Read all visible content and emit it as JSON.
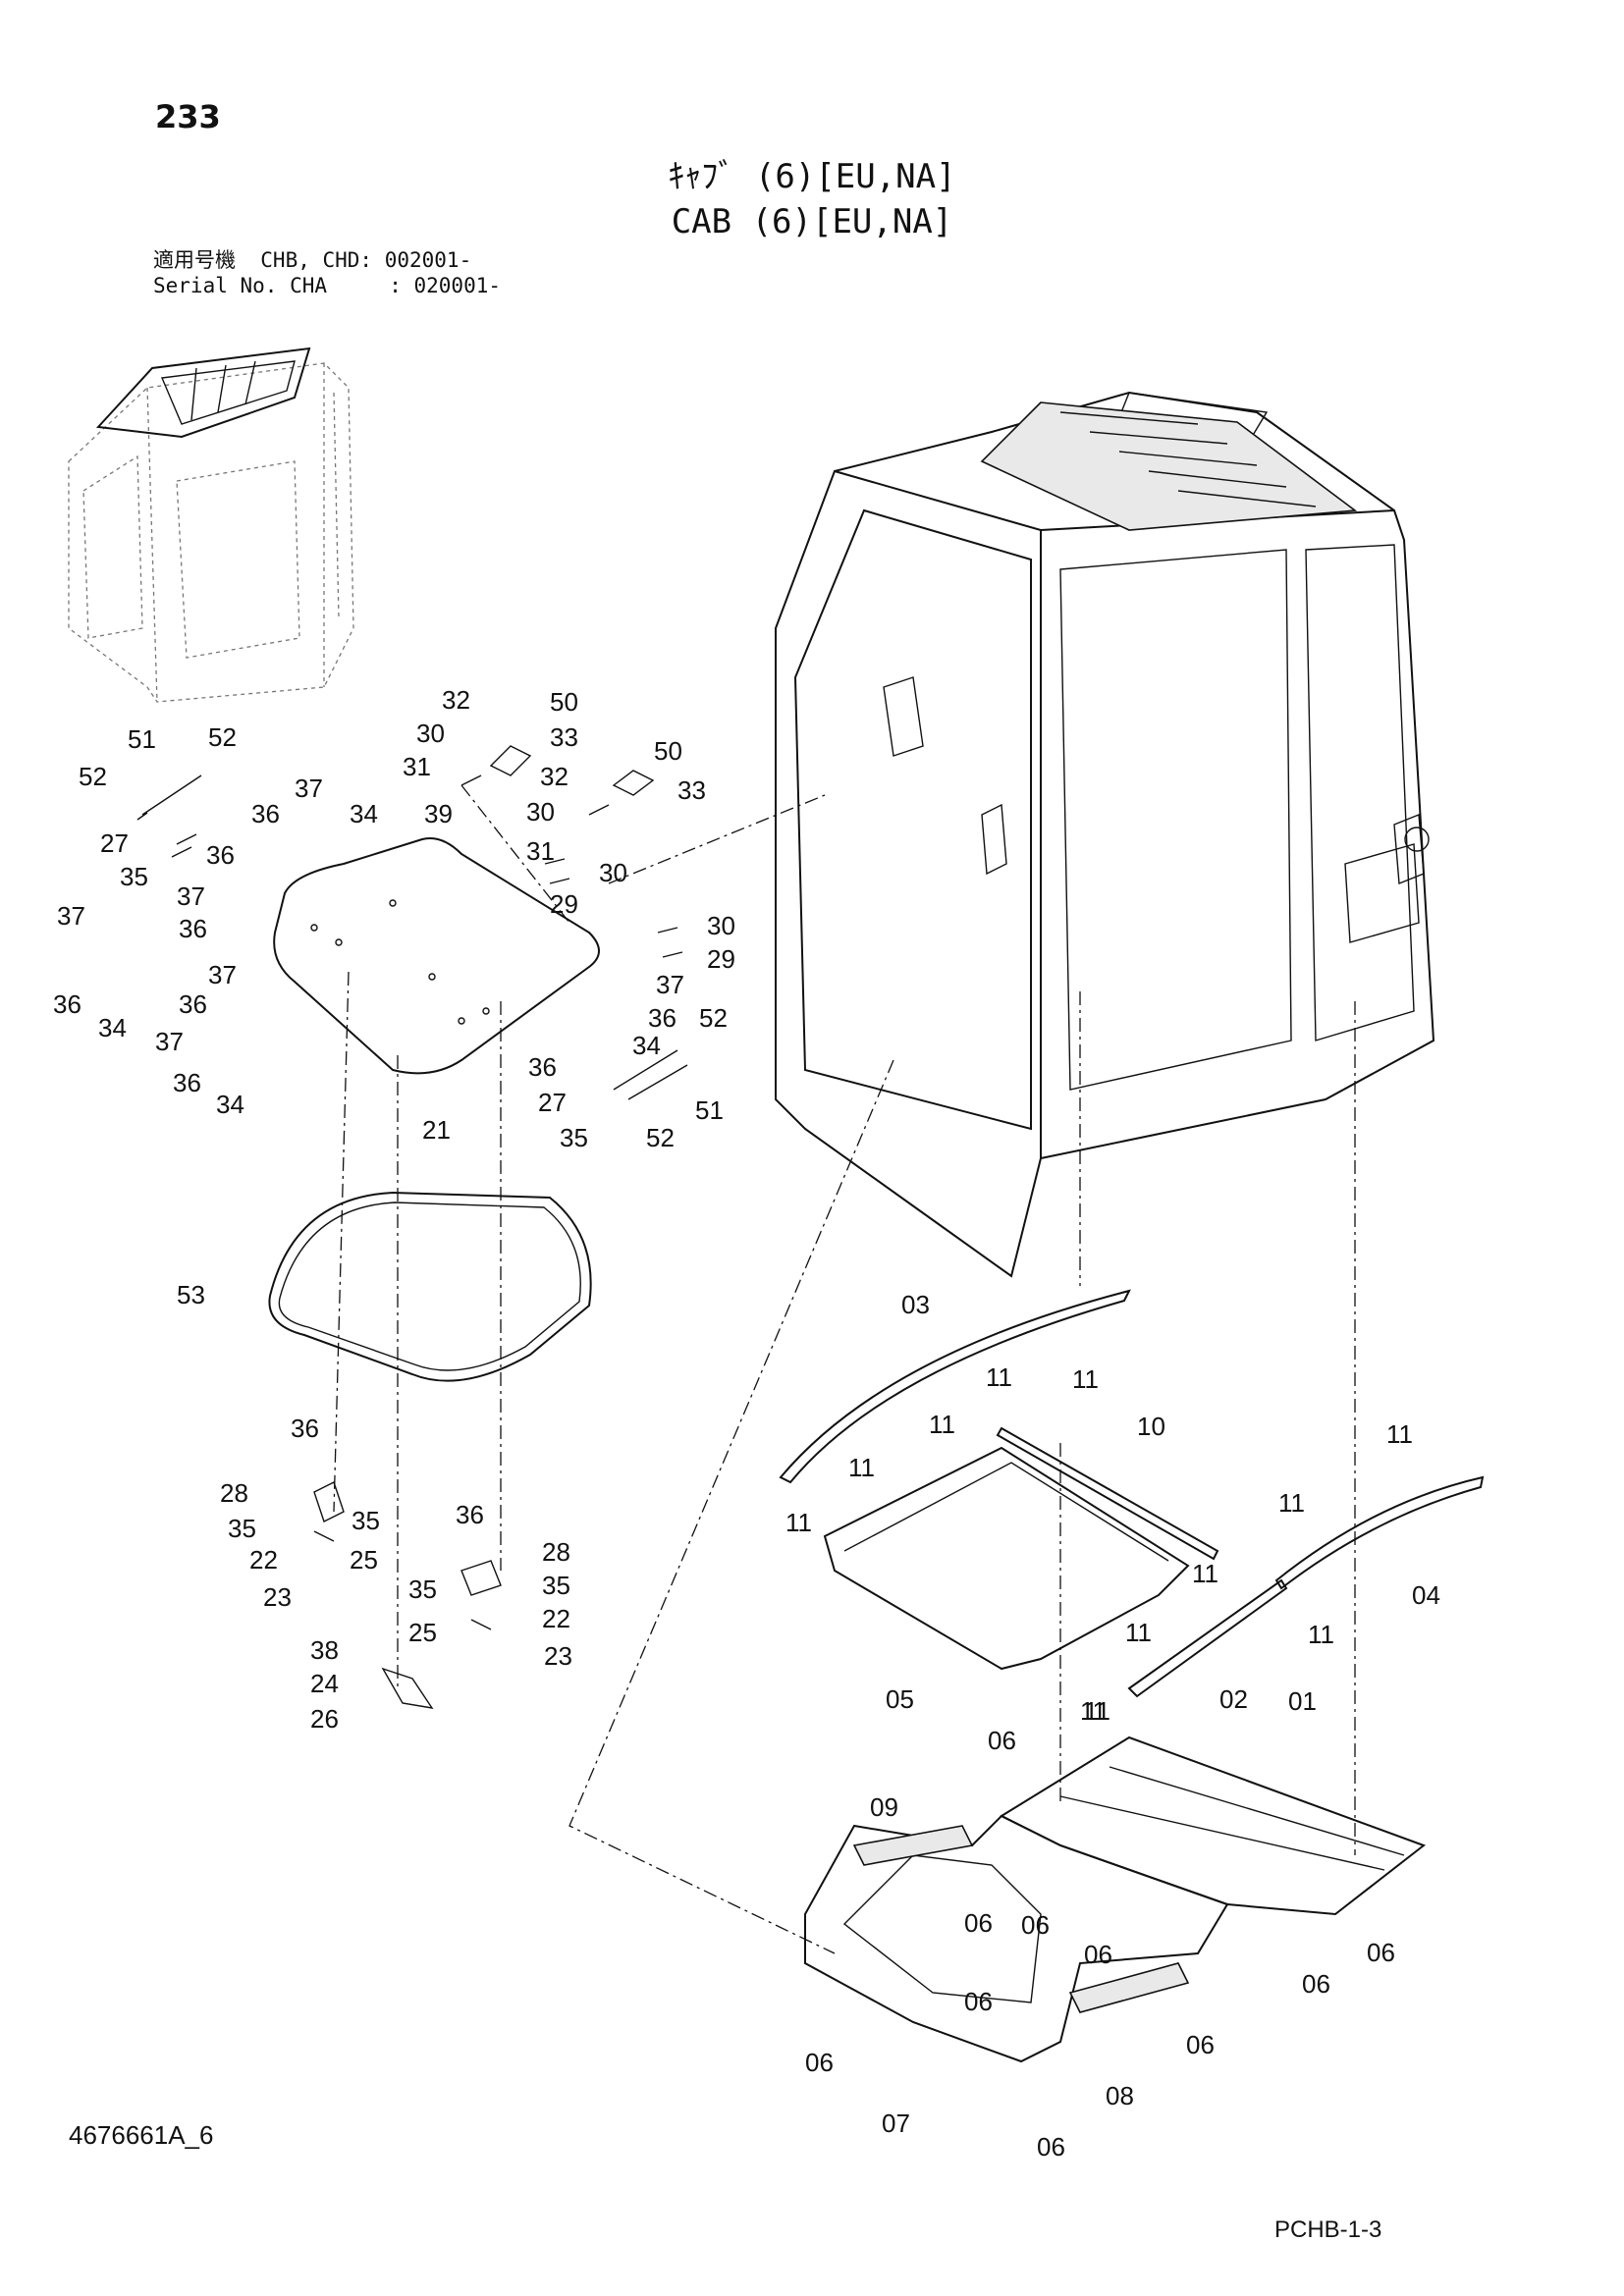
{
  "header": {
    "page_number": "233",
    "title_jp": "ｷｬﾌﾞ (6)[EU,NA]",
    "title_en": "CAB (6)[EU,NA]",
    "serial_line1": "適用号機  CHB, CHD: 002001-",
    "serial_line2": "Serial No. CHA     : 020001-"
  },
  "footer": {
    "doc_code": "4676661A_6",
    "ref_code": "PCHB-1-3"
  },
  "callouts": {
    "c52a": "52",
    "c51a": "51",
    "c52b": "52",
    "c27a": "27",
    "c36a": "36",
    "c35a": "35",
    "c37a": "37",
    "c36b": "36",
    "c34a": "34",
    "c39": "39",
    "c37b": "37",
    "c37c": "37",
    "c36c": "36",
    "c36d": "36",
    "c34b": "34",
    "c37d": "37",
    "c36e": "36",
    "c37e": "37",
    "c36f": "36",
    "c34c": "34",
    "c32a": "32",
    "c50a": "50",
    "c30a": "30",
    "c33a": "33",
    "c31a": "31",
    "c32b": "32",
    "c50b": "50",
    "c30b": "30",
    "c33b": "33",
    "c31b": "31",
    "c30c": "30",
    "c29a": "29",
    "c30d": "30",
    "c29b": "29",
    "c37f": "37",
    "c36g": "36",
    "c52c": "52",
    "c34d": "34",
    "c36h": "36",
    "c27b": "27",
    "c35b": "35",
    "c52d": "52",
    "c51b": "51",
    "c21": "21",
    "c53": "53",
    "c36i": "36",
    "c28a": "28",
    "c35c": "35",
    "c35d": "35",
    "c22a": "22",
    "c25a": "25",
    "c23a": "23",
    "c36j": "36",
    "c28b": "28",
    "c35e": "35",
    "c35f": "35",
    "c25b": "25",
    "c22b": "22",
    "c23b": "23",
    "c38": "38",
    "c24": "24",
    "c26": "26",
    "c03": "03",
    "c11a": "11",
    "c11b": "11",
    "c11c": "11",
    "c10": "10",
    "c11d": "11",
    "c11e": "11",
    "c11f": "11",
    "c11g": "11",
    "c11h": "11",
    "c04": "04",
    "c11i": "11",
    "c11j": "11",
    "c05": "05",
    "c11k": "11",
    "c02": "02",
    "c11l": "11",
    "c06a": "06",
    "c01": "01",
    "c09": "09",
    "c06b": "06",
    "c06c": "06",
    "c06d": "06",
    "c06e": "06",
    "c06f": "06",
    "c06g": "06",
    "c06h": "06",
    "c06i": "06",
    "c07": "07",
    "c08": "08",
    "c06j": "06"
  }
}
